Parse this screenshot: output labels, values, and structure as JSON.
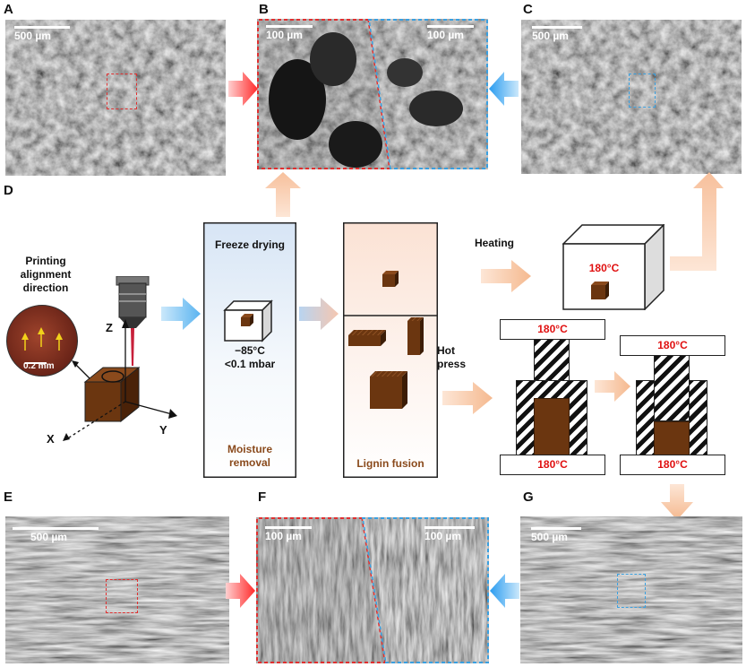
{
  "panels": {
    "A": {
      "label": "A",
      "scale": "500 µm"
    },
    "B": {
      "label": "B",
      "scale_left": "100 µm",
      "scale_right": "100 µm"
    },
    "C": {
      "label": "C",
      "scale": "500 µm"
    },
    "D": {
      "label": "D"
    },
    "E": {
      "label": "E",
      "scale": "500 µm"
    },
    "F": {
      "label": "F",
      "scale_left": "100 µm",
      "scale_right": "100 µm"
    },
    "G": {
      "label": "G",
      "scale": "500 µm"
    }
  },
  "printing": {
    "title_line1": "Printing",
    "title_line2": "alignment",
    "title_line3": "direction",
    "inset_scale": "0.2 mm",
    "axis_z": "Z",
    "axis_y": "Y",
    "axis_x": "X"
  },
  "freeze": {
    "title": "Freeze drying",
    "temp": "−85°C",
    "pressure": "<0.1 mbar",
    "footer_line1": "Moisture",
    "footer_line2": "removal"
  },
  "lignin": {
    "footer": "Lignin fusion"
  },
  "heating": {
    "label": "Heating",
    "oven_temp": "180°C"
  },
  "hotpress": {
    "label_line1": "Hot",
    "label_line2": "press",
    "top_temp_1": "180°C",
    "bottom_temp_1": "180°C",
    "top_temp_2": "180°C",
    "bottom_temp_2": "180°C"
  },
  "colors": {
    "red_arrow": "#ff3b3b",
    "blue_arrow": "#39a8f0",
    "peach_arrow": "#f7c7a4",
    "brown": "#6b3610",
    "temp_red": "#e01010",
    "dash_red": "#e03030",
    "dash_blue": "#3aa0e0"
  }
}
